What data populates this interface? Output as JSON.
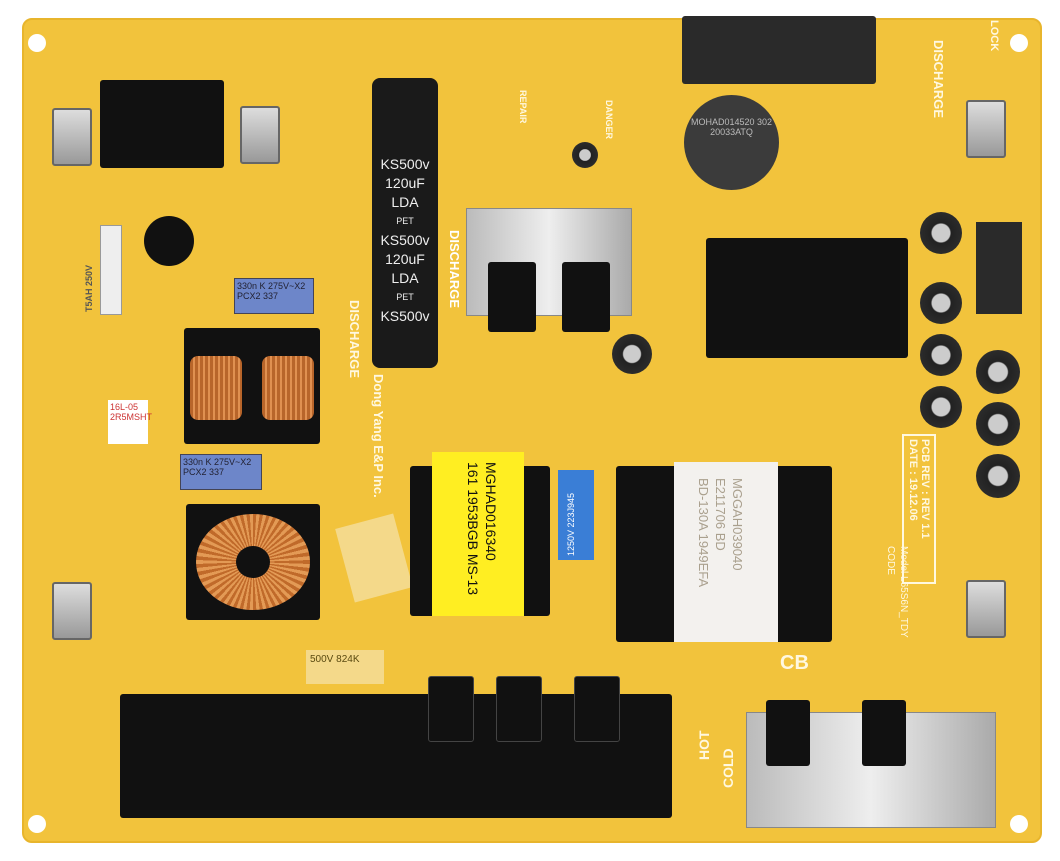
{
  "bulk_capacitor": {
    "lines": [
      "KS500v",
      "120uF",
      "LDA",
      "PET",
      "KS500v",
      "120uF",
      "LDA",
      "PET",
      "KS500v"
    ]
  },
  "silkscreen": {
    "discharge": "DISCHARGE",
    "maker": "Dong Yang E&P Inc.",
    "pcb_rev": "PCB REV : REV 1.1",
    "date": "DATE : 19.12.06",
    "model_label": "Model",
    "model": "L65S6N_TDY",
    "code_label": "CODE",
    "cb": "CB",
    "hot": "HOT",
    "cold": "COLD",
    "lock": "LOCK",
    "danger": "DANGER",
    "repair": "REPAIR",
    "fuse": "T5AH 250V"
  },
  "transformer_main": {
    "lines": [
      "MGHAD016340",
      "161 1953BGB MS-13"
    ]
  },
  "transformer_secondary": {
    "lines": [
      "MGGAH039040",
      "E211706 BD",
      "BD-130A 1949EFA"
    ]
  },
  "film_cap": "1250V 223J945",
  "x2_caps": [
    "330n K 275V~X2 PCX2 337",
    "330n K 275V~X2 PCX2 337"
  ],
  "varistor_block": "500V 824K",
  "thermistor": "16L-05 2R5MSHT",
  "inductor": "MOHAD014520 302 20033ATQ",
  "colors": {
    "board": "#f2c33c",
    "component": "#111111",
    "silk": "#fff8e0"
  }
}
